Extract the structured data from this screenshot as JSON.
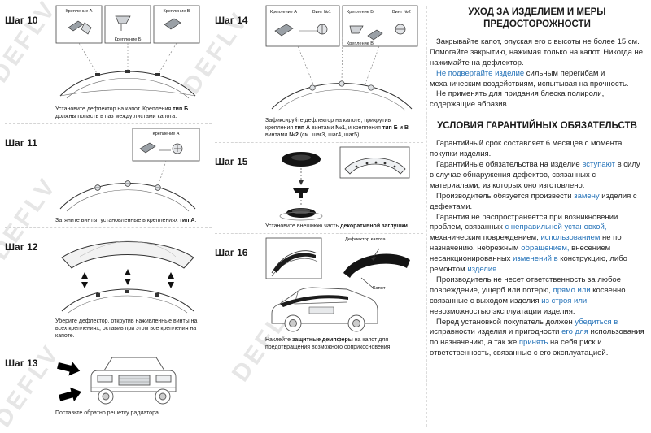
{
  "watermark": {
    "text": "DEFLV",
    "color": "#e6e6e6"
  },
  "steps": [
    {
      "title": "Шаг 10",
      "labels": [
        "Крепление  А",
        "Крепление Б",
        "Крепление В"
      ],
      "caption": [
        {
          "t": "Установите дефлектор на капот. Крепления "
        },
        {
          "t": "тип Б",
          "b": true
        },
        {
          "t": " должны попасть в паз между листами капота."
        }
      ]
    },
    {
      "title": "Шаг 11",
      "labels": [
        "Крепление  А"
      ],
      "caption": [
        {
          "t": "Затяните винты, установленные в креплениях "
        },
        {
          "t": "тип А",
          "b": true
        },
        {
          "t": "."
        }
      ]
    },
    {
      "title": "Шаг 12",
      "labels": [],
      "caption": [
        {
          "t": "Уберите дефлектор, открутив наживленные винты на всех креплениях, оставив при этом все крепления на капоте."
        }
      ]
    },
    {
      "title": "Шаг 13",
      "labels": [],
      "caption": [
        {
          "t": "Поставьте обратно решетку радиатора."
        }
      ]
    },
    {
      "title": "Шаг 14",
      "labels": [
        "Крепление  А",
        "Винт №1",
        "Крепление Б",
        "Крепление В",
        "Винт №2"
      ],
      "caption": [
        {
          "t": "Зафиксируйте дефлектор на капоте, прикрутив крепления "
        },
        {
          "t": "тип А",
          "b": true
        },
        {
          "t": " винтами "
        },
        {
          "t": "№1",
          "b": true
        },
        {
          "t": ", и крепления "
        },
        {
          "t": "тип Б и В",
          "b": true
        },
        {
          "t": " винтами "
        },
        {
          "t": "№2",
          "b": true
        },
        {
          "t": " (см. шаг3, шаг4, шаг5)."
        }
      ]
    },
    {
      "title": "Шаг 15",
      "labels": [],
      "caption": [
        {
          "t": "Установите внешнюю часть "
        },
        {
          "t": "декоративной заглушки",
          "b": true
        },
        {
          "t": "."
        }
      ]
    },
    {
      "title": "Шаг 16",
      "labels": [
        "Дефлектор капота",
        "Капот"
      ],
      "caption": [
        {
          "t": "Наклейте "
        },
        {
          "t": "защитные демпферы",
          "b": true
        },
        {
          "t": " на капот для предотвращения возможного соприкосновения."
        }
      ]
    }
  ],
  "care": {
    "title": "УХОД ЗА ИЗДЕЛИЕМ И МЕРЫ ПРЕДОСТОРОЖНОСТИ",
    "paragraphs": [
      [
        {
          "t": "Закрывайте капот, опуская его с высоты не более 15 см. Помогайте закрытию, нажимая только на капот. Никогда не нажимайте на дефлектор."
        }
      ],
      [
        {
          "t": "Не подвергайте изделие",
          "c": true
        },
        {
          "t": " сильным перегибам и механическим воздействиям, испытывая на прочность."
        }
      ],
      [
        {
          "t": "Не применять для придания блеска полироли, содержащие абразив."
        }
      ]
    ]
  },
  "warranty": {
    "title": "УСЛОВИЯ ГАРАНТИЙНЫХ ОБЯЗАТЕЛЬСТВ",
    "paragraphs": [
      [
        {
          "t": "Гарантийный срок составляет 6 месяцев с момента покупки изделия."
        }
      ],
      [
        {
          "t": "Гарантийные обязательства на изделие "
        },
        {
          "t": "вступают",
          "c": true
        },
        {
          "t": " в силу в случае обнаружения дефектов, связанных с материалами, из которых оно изготовлено."
        }
      ],
      [
        {
          "t": "Производитель обязуется произвести "
        },
        {
          "t": "замену",
          "c": true
        },
        {
          "t": " изделия с дефектами."
        }
      ],
      [
        {
          "t": "Гарантия не распространяется при возникновении проблем, связанных "
        },
        {
          "t": "с неправильной установкой,",
          "c": true
        },
        {
          "t": " механическим повреждением, "
        },
        {
          "t": "использованием",
          "c": true
        },
        {
          "t": " не по назначению, небрежным "
        },
        {
          "t": "обращением,",
          "c": true
        },
        {
          "t": " внесением несанкционированных "
        },
        {
          "t": "изменений в",
          "c": true
        },
        {
          "t": " конструкцию, либо ремонтом "
        },
        {
          "t": "изделия.",
          "c": true
        }
      ],
      [
        {
          "t": "Производитель не  несет ответственность за любое повреждение, ущерб или потерю, "
        },
        {
          "t": "прямо или",
          "c": true
        },
        {
          "t": " косвенно связанные с выходом изделия "
        },
        {
          "t": "из строя или",
          "c": true
        },
        {
          "t": " невозможностью эксплуатации изделия."
        }
      ],
      [
        {
          "t": "Перед установкой покупатель должен "
        },
        {
          "t": "убедиться в",
          "c": true
        },
        {
          "t": " исправности изделия и пригодности "
        },
        {
          "t": "его для",
          "c": true
        },
        {
          "t": " использования по назначению, а так же "
        },
        {
          "t": "принять",
          "c": true
        },
        {
          "t": " на себя риск и ответственность, связанные с его эксплуатацией."
        }
      ]
    ]
  }
}
